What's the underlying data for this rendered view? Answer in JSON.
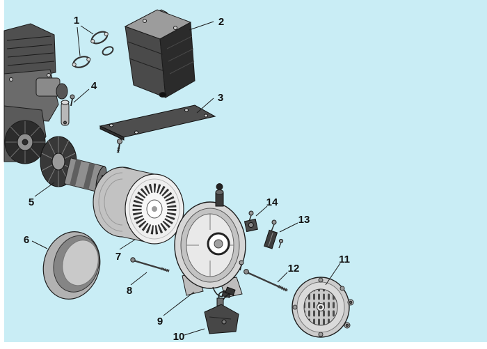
{
  "colors": {
    "background": "#c9edf5",
    "frame": "#ffffff",
    "line": "#1c1c1c",
    "metal_light": "#d6d6d6",
    "metal_mid": "#8f8f8f",
    "metal_dark": "#3a3a3a"
  },
  "diagram": {
    "type": "exploded-parts-diagram",
    "callouts": [
      {
        "label": "1"
      },
      {
        "label": "2"
      },
      {
        "label": "3"
      },
      {
        "label": "4"
      },
      {
        "label": "5"
      },
      {
        "label": "6"
      },
      {
        "label": "7"
      },
      {
        "label": "8"
      },
      {
        "label": "9"
      },
      {
        "label": "10"
      },
      {
        "label": "11"
      },
      {
        "label": "12"
      },
      {
        "label": "13"
      },
      {
        "label": "14"
      }
    ]
  }
}
